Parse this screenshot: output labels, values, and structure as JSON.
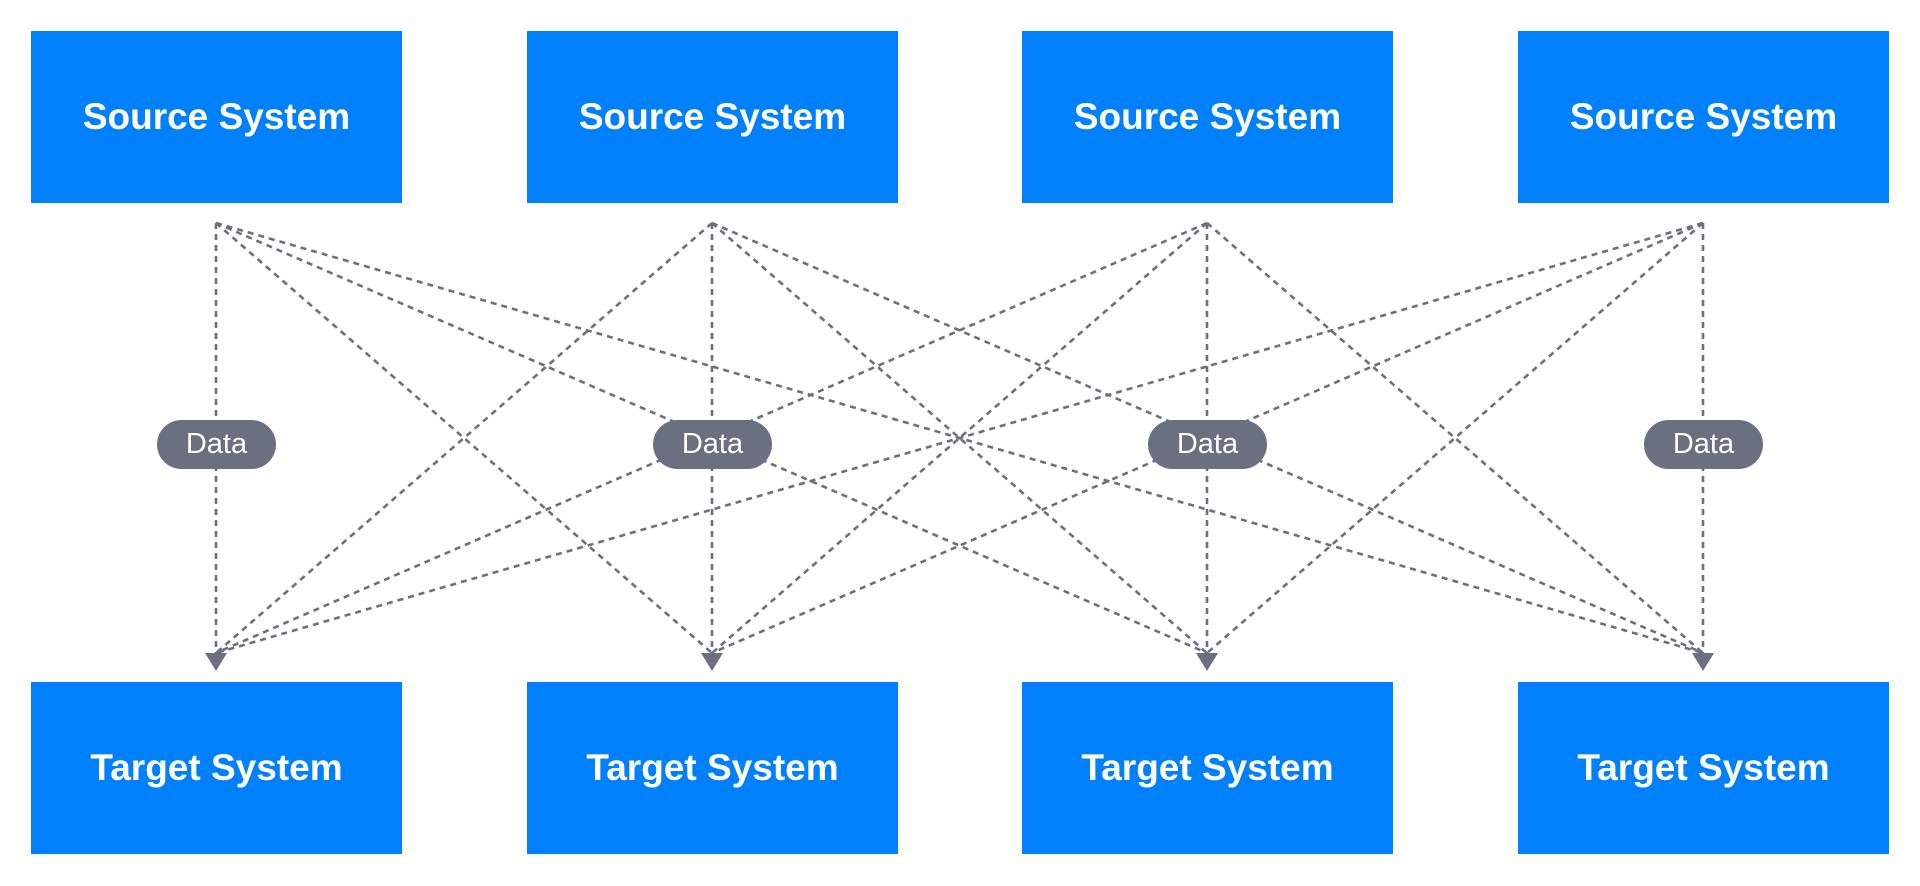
{
  "colors": {
    "box_fill": "#0080FB",
    "connector": "#6B7080",
    "pill_fill": "#6B7080"
  },
  "sources": [
    {
      "label": "Source System"
    },
    {
      "label": "Source System"
    },
    {
      "label": "Source System"
    },
    {
      "label": "Source System"
    }
  ],
  "targets": [
    {
      "label": "Target System"
    },
    {
      "label": "Target System"
    },
    {
      "label": "Target System"
    },
    {
      "label": "Target System"
    }
  ],
  "data_labels": [
    "Data",
    "Data",
    "Data",
    "Data"
  ]
}
